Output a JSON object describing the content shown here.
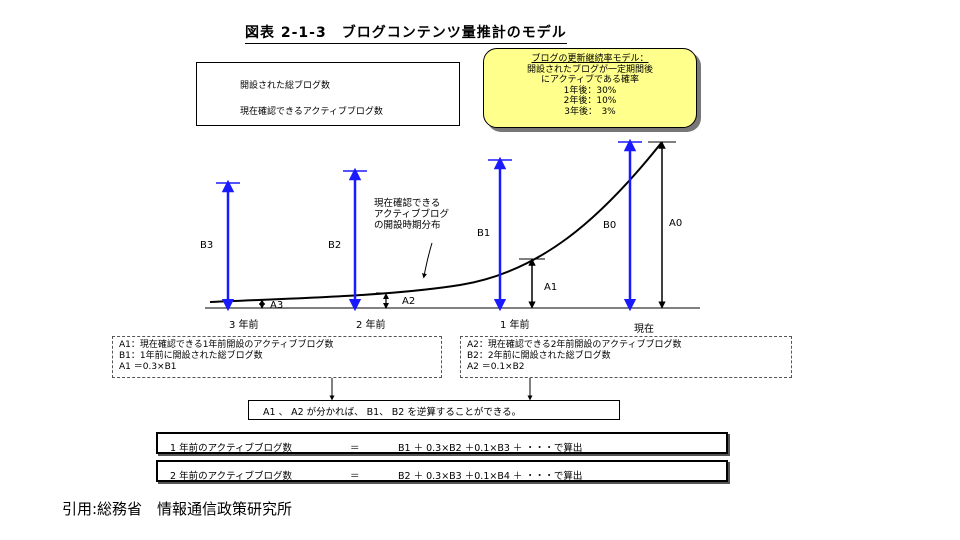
{
  "title": "図表 2-1-3　ブログコンテンツ量推計のモデル",
  "legend": {
    "opened": "開設された総ブログ数",
    "active": "現在確認できるアクティブブログ数"
  },
  "callout": {
    "heading": "ブログの更新継続率モデル：",
    "line1": "開設されたブログが一定期間後",
    "line2": "にアクティブである確率",
    "rates": [
      "1年後：30%",
      "2年後：10%",
      "3年後：　3%"
    ]
  },
  "annotation": {
    "line1": "現在確認できる",
    "line2": "アクティブブログ",
    "line3": "の開設時期分布"
  },
  "bar_labels": {
    "B3": "B3",
    "B2": "B2",
    "B1": "B1",
    "B0": "B0",
    "A3": "A3",
    "A2": "A2",
    "A1": "A1",
    "A0": "A0"
  },
  "axis": {
    "t3": "3 年前",
    "t2": "2 年前",
    "t1": "1 年前",
    "t0": "現在"
  },
  "notes": {
    "left": [
      "A1：現在確認できる1年前開設のアクティブブログ数",
      "B1：1年前に開設された総ブログ数",
      "A1 ＝0.3×B1"
    ],
    "right": [
      "A2：現在確認できる2年前開設のアクティブブログ数",
      "B2：2年前に開設された総ブログ数",
      "A2 ＝0.1×B2"
    ]
  },
  "conclusion": "A1 、 A2 が分かれば、 B1、 B2 を逆算することができる。",
  "equations": [
    {
      "left": "1 年前のアクティブブログ数",
      "eq": "＝",
      "right": "B1 ＋ 0.3×B2 ＋0.1×B3 ＋ ・・・で算出"
    },
    {
      "left": "2 年前のアクティブブログ数",
      "eq": "＝",
      "right": "B2 ＋ 0.3×B3 ＋0.1×B4 ＋ ・・・で算出"
    }
  ],
  "source": "引用:総務省　情報通信政策研究所",
  "colors": {
    "blue": "#1a1aff",
    "black": "#000000",
    "callout_bg": "#ffff8c"
  }
}
